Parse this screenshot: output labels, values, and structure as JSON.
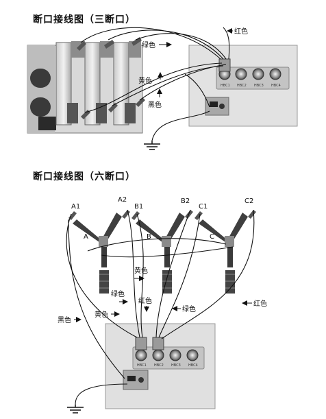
{
  "diagram1": {
    "title": "断口接线图（三断口）",
    "labels": {
      "red": "红色",
      "green": "绿色",
      "yellow": "黄色",
      "black": "黑色"
    },
    "ports": [
      "HBC1",
      "HBC2",
      "HBC3",
      "HBC4"
    ]
  },
  "diagram2": {
    "title": "断口接线图（六断口）",
    "terminals": [
      "A1",
      "A2",
      "B1",
      "B2",
      "C1",
      "C2"
    ],
    "phases": [
      "A",
      "B",
      "C"
    ],
    "labels": {
      "yellow_top": "黄色",
      "green_left": "绿色",
      "red_mid": "红色",
      "green_mid": "绿色",
      "yellow_left": "黄色",
      "black": "黑色",
      "red_right": "红色"
    },
    "ports": [
      "HBC1",
      "HBC2",
      "HBC3",
      "HBC4"
    ]
  }
}
